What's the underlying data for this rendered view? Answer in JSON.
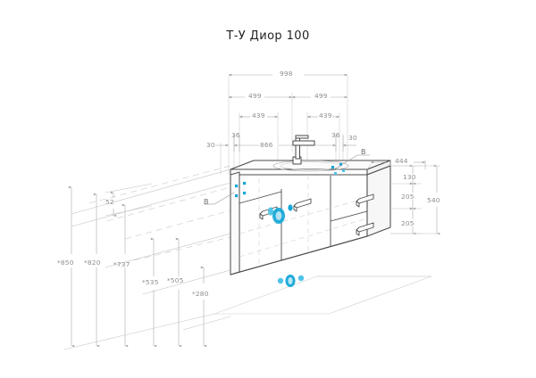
{
  "drawing": {
    "title": "Т-У Диор 100",
    "product_type": "bathroom-vanity-cabinet",
    "projection": "isometric",
    "units": "mm",
    "colors": {
      "outline": "#4a4a4a",
      "thin_line": "#b8b8b8",
      "dimension_line": "#a9a9a9",
      "dimension_text": "#8d8d8d",
      "title_text": "#232323",
      "highlight": "#13a7d8",
      "highlight_light": "#4fc4e8",
      "background": "#ffffff"
    }
  },
  "dimensions": {
    "horizontal": [
      {
        "id": "overall-width",
        "value": "998",
        "tier": 1
      },
      {
        "id": "half-left",
        "value": "499",
        "tier": 2
      },
      {
        "id": "half-right",
        "value": "499",
        "tier": 2
      },
      {
        "id": "door-left",
        "value": "439",
        "tier": 3
      },
      {
        "id": "door-right",
        "value": "439",
        "tier": 3
      },
      {
        "id": "edge-left-30",
        "value": "30",
        "tier": 4
      },
      {
        "id": "edge-left-36",
        "value": "36",
        "tier": 4
      },
      {
        "id": "inner-width-866",
        "value": "866",
        "tier": 4
      },
      {
        "id": "edge-right-36",
        "value": "36",
        "tier": 4
      },
      {
        "id": "edge-right-30",
        "value": "30",
        "tier": 4
      }
    ],
    "depth": [
      {
        "id": "overall-depth",
        "value": "444"
      }
    ],
    "vertical_right": [
      {
        "id": "countertop-height",
        "value": "130"
      },
      {
        "id": "drawer-upper",
        "value": "205"
      },
      {
        "id": "drawer-lower",
        "value": "205"
      },
      {
        "id": "cabinet-total-height",
        "value": "540"
      }
    ],
    "vertical_left": [
      {
        "id": "ref-850",
        "value": "*850"
      },
      {
        "id": "ref-820",
        "value": "*820"
      },
      {
        "id": "ref-737",
        "value": "*737"
      },
      {
        "id": "ref-535",
        "value": "*535"
      },
      {
        "id": "ref-505",
        "value": "*505"
      },
      {
        "id": "ref-280",
        "value": "*280"
      }
    ],
    "misc": [
      {
        "id": "offset-52",
        "value": "52"
      }
    ]
  },
  "leaders": [
    {
      "id": "leader-b-left",
      "label": "В"
    },
    {
      "id": "leader-b-right",
      "label": "В"
    }
  ],
  "components": {
    "countertop": "washbasin-countertop",
    "faucet": "mixer-tap",
    "doors": [
      {
        "id": "door-left",
        "handle": "handle-left",
        "selected": true
      },
      {
        "id": "door-right",
        "handle": "handle-right",
        "selected": false
      }
    ],
    "drawers": [
      {
        "id": "drawer-top",
        "handle": "handle-drawer-top"
      },
      {
        "id": "drawer-bottom",
        "handle": "handle-drawer-bottom"
      }
    ],
    "floor_outline": "floor-reference-plane",
    "selection_markers": 3
  }
}
